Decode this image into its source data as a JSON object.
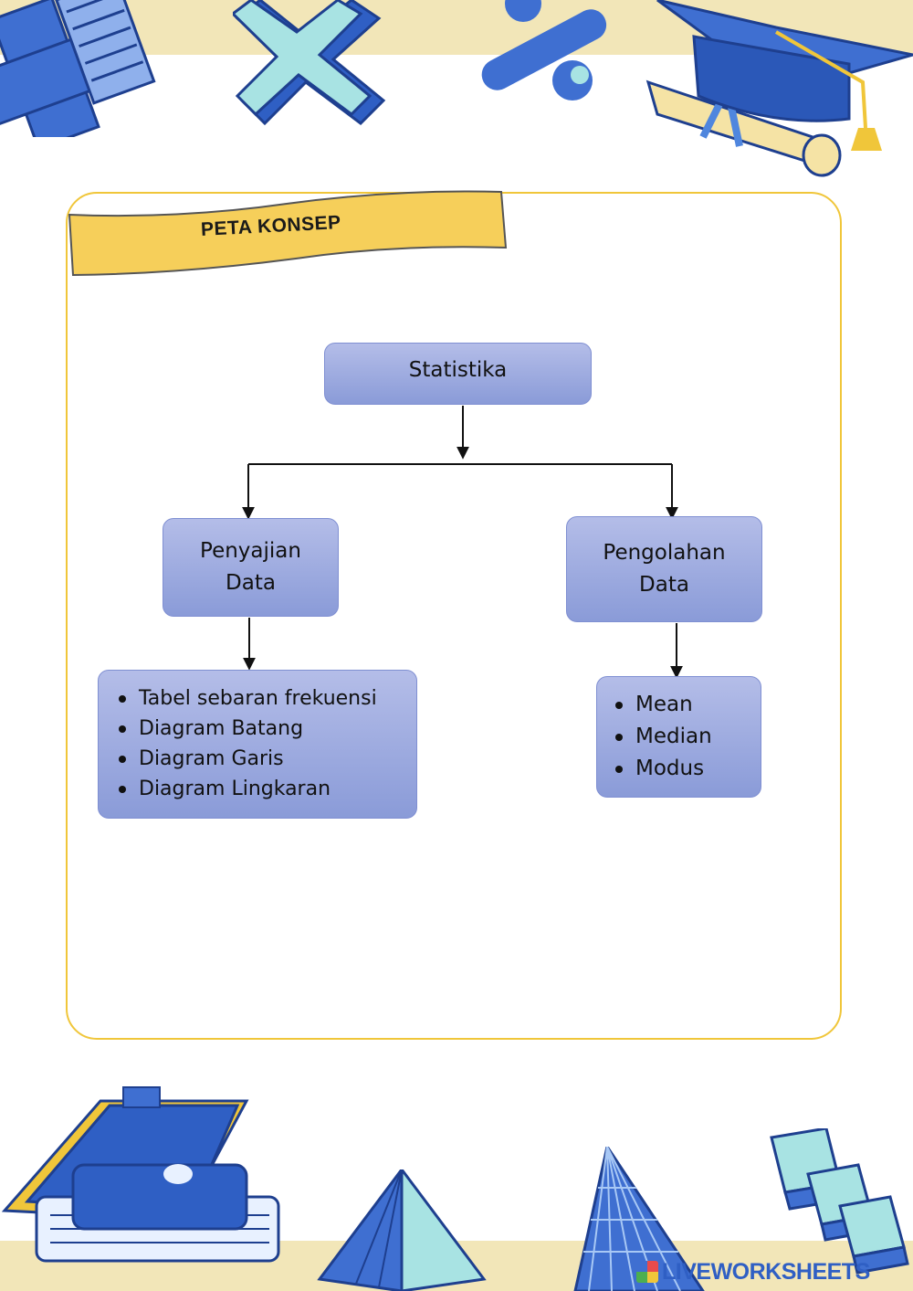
{
  "banner": {
    "title": "PETA KONSEP"
  },
  "diagram": {
    "root": "Statistika",
    "left_branch": {
      "line1": "Penyajian",
      "line2": "Data"
    },
    "right_branch": {
      "line1": "Pengolahan",
      "line2": "Data"
    },
    "left_items": [
      "Tabel sebaran frekuensi",
      "Diagram Batang",
      "Diagram Garis",
      "Diagram Lingkaran"
    ],
    "right_items": [
      "Mean",
      "Median",
      "Modus"
    ]
  },
  "watermark": {
    "text": "LIVEWORKSHEETS"
  },
  "decorations": {
    "top": [
      "plus-sign-icon",
      "cross-sign-icon",
      "percent-sign-icon",
      "graduation-cap-icon",
      "diploma-scroll-icon"
    ],
    "bottom": [
      "book-stack-icon",
      "pyramid-icon",
      "cone-icon",
      "stacked-cubes-icon"
    ]
  },
  "colors": {
    "node_fill_top": "#b4bde8",
    "node_fill_bottom": "#8a9bd8",
    "frame_border": "#f0c63a",
    "banner_fill": "#f6cf5a",
    "band": "#f2e6b8",
    "accent_blue": "#3f6fd1"
  }
}
